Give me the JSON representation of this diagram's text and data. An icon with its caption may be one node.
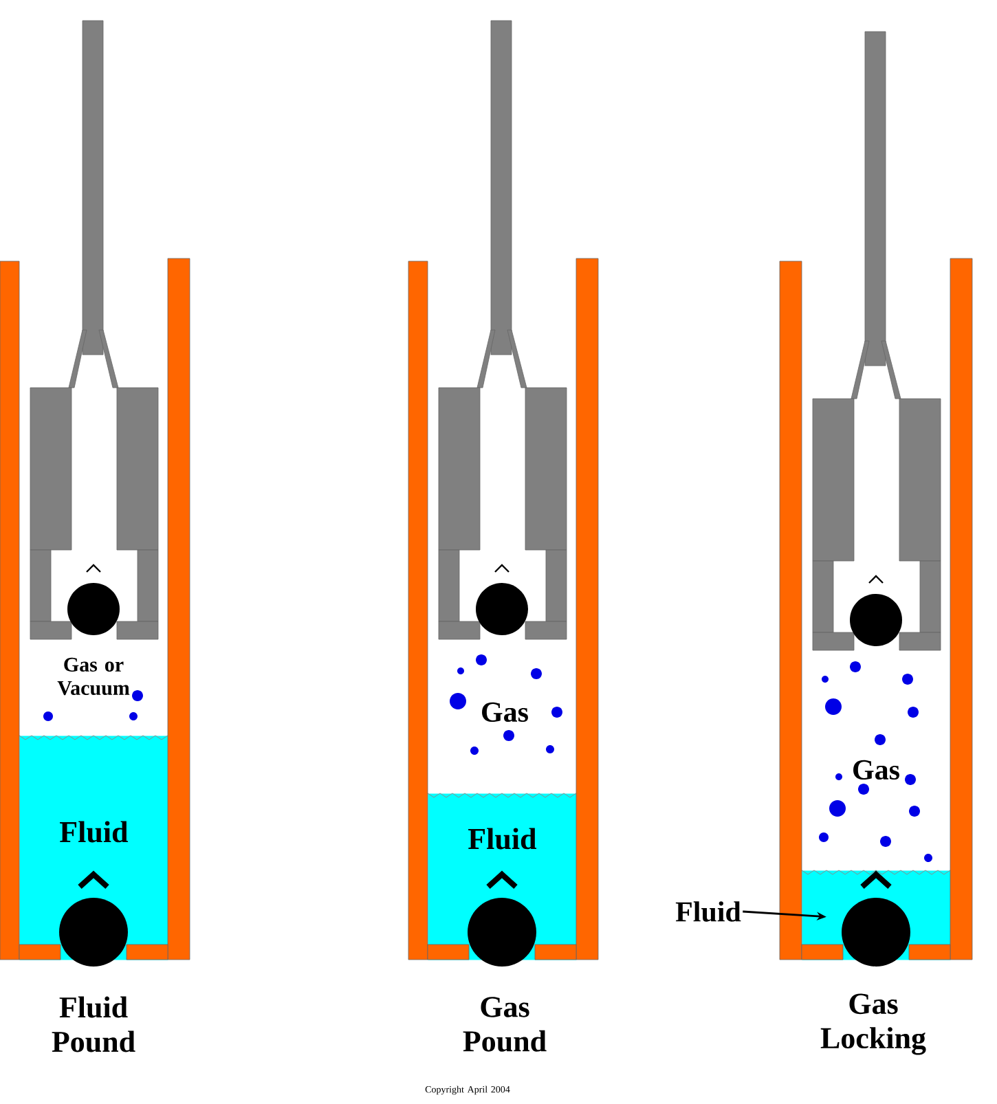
{
  "diagram": {
    "nodes": [
      {
        "text": [
          "Fluid"
        ]
      },
      {
        "text": [
          "Fluid"
        ]
      },
      {
        "text": [
          "Fluid"
        ]
      },
      {
        "text": [],
        "shape": "box"
      }
    ],
    "edges": [
      {
        "from": 2,
        "to": 3,
        "arrow": "to"
      }
    ],
    "labels": [
      "Gas or Vacuum",
      "Fluid Pound",
      "Gas",
      "Gas Pound",
      "Gas",
      "Gas Locking",
      "Copyright April 2004"
    ]
  }
}
